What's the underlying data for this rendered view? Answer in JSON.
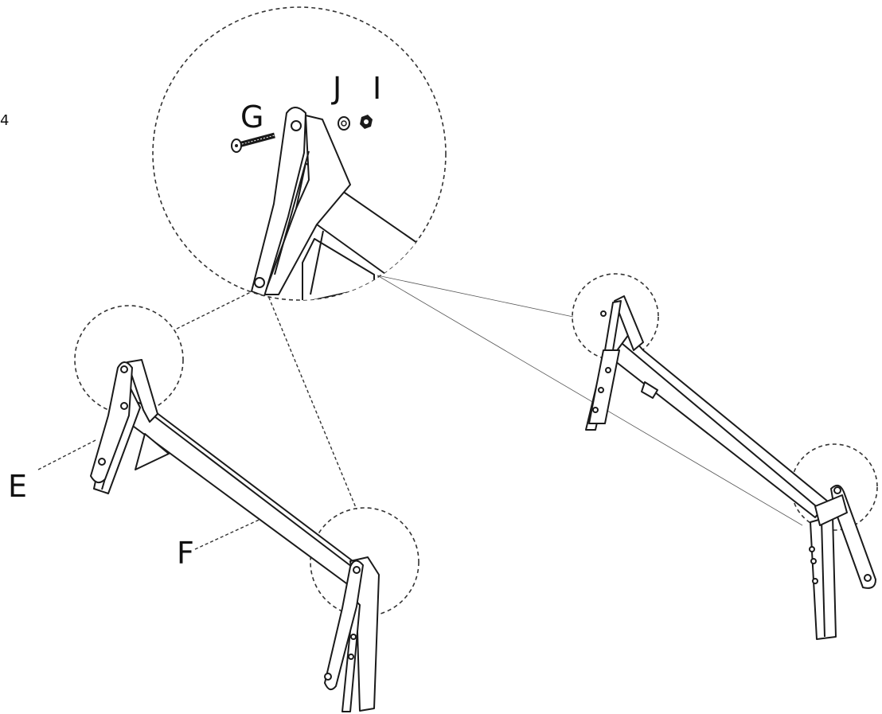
{
  "step": {
    "number": "4"
  },
  "parts": {
    "G": "G",
    "J": "J",
    "I": "I",
    "E": "E",
    "F": "F"
  },
  "colors": {
    "line": "#1a1a1a",
    "fill": "#ffffff",
    "dash": "#333333"
  },
  "icons": [
    "bolt-icon",
    "washer-icon",
    "nut-icon"
  ]
}
